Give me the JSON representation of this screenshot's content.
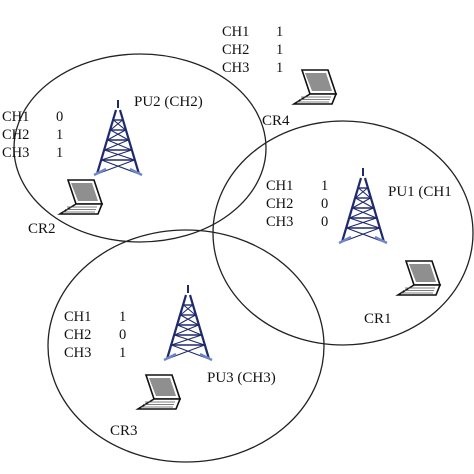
{
  "colors": {
    "background": "#ffffff",
    "circle_stroke": "#222222",
    "tower": "#1f2a6b",
    "tower_base": "#6f87c9",
    "laptop_stroke": "#111111",
    "laptop_screen": "#8f8f8f"
  },
  "primary_users": [
    {
      "label": "PU2 (CH2)",
      "icon": "cell-tower-icon"
    },
    {
      "label": "PU1 (CH1",
      "icon": "cell-tower-icon"
    },
    {
      "label": "PU3 (CH3)",
      "icon": "cell-tower-icon"
    }
  ],
  "cognitive_radios": [
    {
      "label": "CR4",
      "icon": "laptop-icon",
      "channels": [
        {
          "ch": "CH1",
          "val": "1"
        },
        {
          "ch": "CH2",
          "val": "1"
        },
        {
          "ch": "CH3",
          "val": "1"
        }
      ]
    },
    {
      "label": "CR2",
      "icon": "laptop-icon",
      "channels": [
        {
          "ch": "CH1",
          "val": "0"
        },
        {
          "ch": "CH2",
          "val": "1"
        },
        {
          "ch": "CH3",
          "val": "1"
        }
      ]
    },
    {
      "label": "CR1",
      "icon": "laptop-icon",
      "channels": [
        {
          "ch": "CH1",
          "val": "1"
        },
        {
          "ch": "CH2",
          "val": "0"
        },
        {
          "ch": "CH3",
          "val": "0"
        }
      ]
    },
    {
      "label": "CR3",
      "icon": "laptop-icon",
      "channels": [
        {
          "ch": "CH1",
          "val": "1"
        },
        {
          "ch": "CH2",
          "val": "0"
        },
        {
          "ch": "CH3",
          "val": "1"
        }
      ]
    }
  ]
}
